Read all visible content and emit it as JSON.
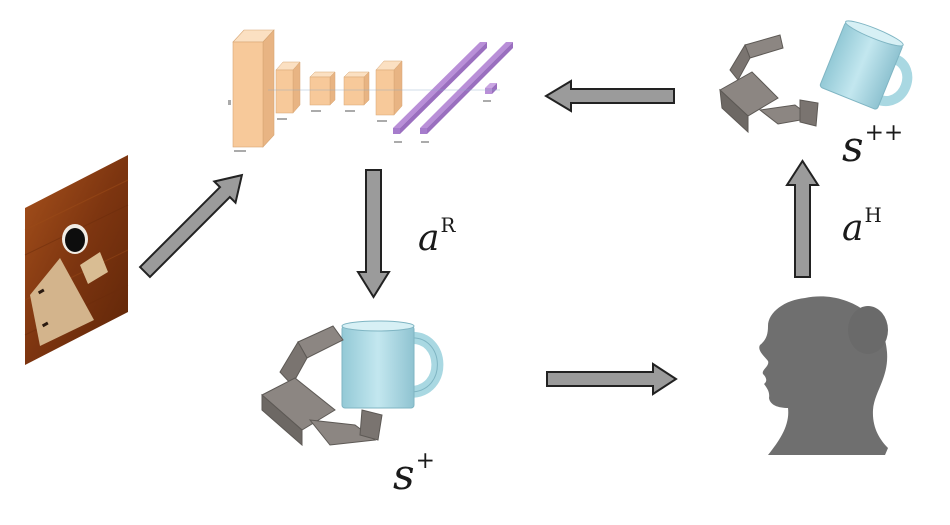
{
  "labels": {
    "action_robot": {
      "base": "a",
      "sup": "R"
    },
    "action_human": {
      "base": "a",
      "sup": "H"
    },
    "state_plus": {
      "base": "s",
      "sup": "+"
    },
    "state_plus_plus": {
      "base": "s",
      "sup": "++"
    }
  },
  "colors": {
    "arrow_fill": "#9b9b9b",
    "arrow_stroke": "#222222",
    "cnn_block": "#f7c99a",
    "cnn_fc": "#b98fd8",
    "mug": "#a9d8e2",
    "gripper": "#8c8682",
    "silhouette": "#6f6f6f",
    "table_wood": "#8a3f14"
  },
  "icons": {
    "input_image": "table-scene-photo",
    "network": "cnn-diagram",
    "gripper_mug_bottom": "robot-gripper-holding-mug",
    "gripper_mug_top": "robot-gripper-releasing-mug",
    "human": "human-head-silhouette"
  }
}
